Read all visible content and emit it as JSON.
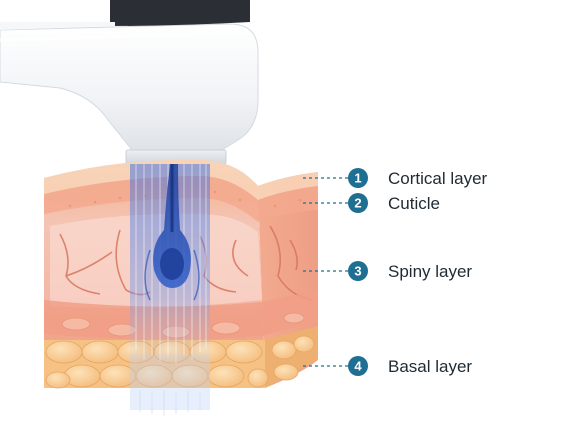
{
  "diagram": {
    "colors": {
      "badge": "#1f6f93",
      "leader_line": "#1f6f93",
      "beam": "#3a6de0",
      "device_body": "#f4f6f8",
      "skin_top": "#f6c9a8",
      "dermis": "#f2b6a6",
      "fat": "#f7c98e",
      "hair_follicle": "#2d4fa8"
    },
    "icons": {
      "device": "handheld-laser-device-icon",
      "tissue": "skin-cross-section-illustration"
    },
    "callouts": [
      {
        "number": "1",
        "label": "Cortical layer"
      },
      {
        "number": "2",
        "label": "Cuticle"
      },
      {
        "number": "3",
        "label": "Spiny layer"
      },
      {
        "number": "4",
        "label": "Basal layer"
      }
    ]
  }
}
